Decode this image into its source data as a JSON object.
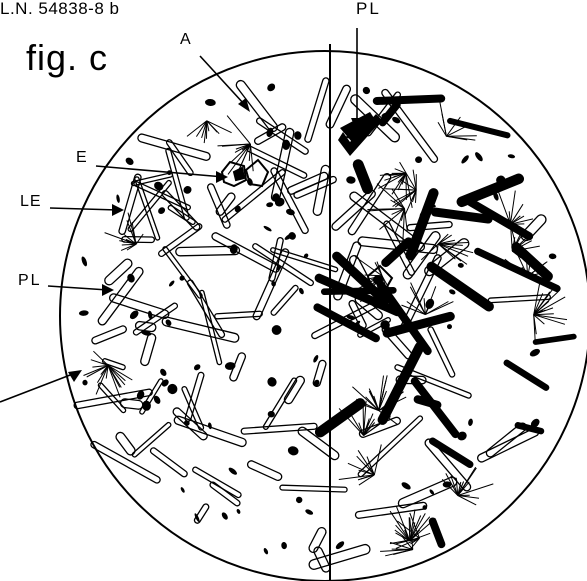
{
  "specimen_id": "L.N.     54838-8 b",
  "figure_title": "fig. c",
  "labels": {
    "a": "A",
    "pl_top": "PL",
    "e": "E",
    "le": "LE",
    "pl_left": "PL"
  }
}
